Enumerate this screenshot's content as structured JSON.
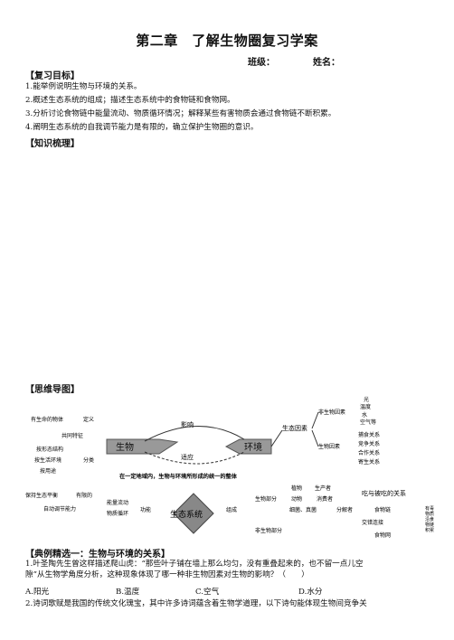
{
  "title": "第二章　了解生物圈复习学案",
  "class_label": "班级：",
  "name_label": "姓名：",
  "review_goals": {
    "heading": "【复习目标】",
    "items": [
      "1.能举例说明生物与环境的关系。",
      "2.概述生态系统的组成；描述生态系统中的食物链和食物网。",
      "3.分析讨论食物链中能量流动、物质循环情况；解释某些有害物质会通过食物链不断积累。",
      "4.阐明生态系统的自我调节能力是有限的，确立保护生物圈的意识。"
    ]
  },
  "knowledge_heading": "【知识梳理】",
  "mindmap": {
    "heading": "【思维导图】",
    "center_bio": "生物",
    "center_env": "环境",
    "influence": "影响",
    "adapt": "适应",
    "env_factors": "生态因素",
    "abiotic": "非生物因素",
    "abiotic_items": [
      "光",
      "温度",
      "水",
      "空气等"
    ],
    "biotic": "生物因素",
    "biotic_items": [
      "捕食关系",
      "竞争关系",
      "合作关系",
      "寄生关系"
    ],
    "left_items": [
      "有生命的物体",
      "定义",
      "共同特征",
      "按形态结构",
      "按生活环境",
      "按用途",
      "分类"
    ],
    "caption": "在一定地域内，生物与环境所形成的统一的整体",
    "ecosystem": "生态系统",
    "composition": "组成",
    "bio_part": "生物部分",
    "plant": "植物",
    "producer": "生产者",
    "animal": "动物",
    "consumer": "消费者",
    "decomposer_src": "细菌、真菌",
    "decomposer": "分解者",
    "abio_part": "非生物部分",
    "eat_relation": "吃与被吃的关系",
    "food_chain": "食物链",
    "food_web": "食物网",
    "cross": "交错连接",
    "harmful": [
      "有毒",
      "物质",
      "沿食",
      "物链",
      "积累"
    ],
    "function": "功能",
    "energy_flow": "能量流动",
    "matter_cycle": "物质循环",
    "self_reg": "自动调节能力",
    "limited": "有限的",
    "example_left": "保持生态平衡"
  },
  "examples": {
    "heading": "【典例精选一：生物与环境的关系】",
    "q1_line1": "1.叶圣陶先生曾这样描述爬山虎：“那些叶子铺在墙上那么均匀，没有重叠起来的，也不留一点儿空",
    "q1_line2": "隙”从生物学角度分析，这种现象体现了哪一种非生物因素对生物的影响？（　　）",
    "options": [
      "A.阳光",
      "B.温度",
      "C.空气",
      "D.水分"
    ],
    "q2_line1": "2.诗词歌赋是我国的传统文化瑰宝，其中许多诗词蕴含着生物学道理，以下诗句能体现生物间竞争关"
  }
}
